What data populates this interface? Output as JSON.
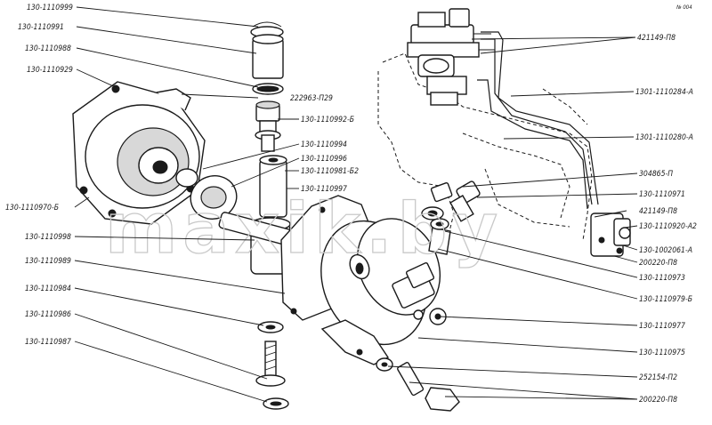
{
  "figure": {
    "watermark": "maxik.by",
    "corner_mark": "№ 004",
    "labels_left": [
      "130-1110999",
      "130-1110991",
      "130-1110988",
      "130-1110929",
      "130-1110970-Б",
      "130-1110998",
      "130-1110989",
      "130-1110984",
      "130-1110986",
      "130-1110987"
    ],
    "labels_center": [
      "222963-П29",
      "130-1110992-Б",
      "130-1110994",
      "130-1110996",
      "130-1110981-Б2",
      "130-1110997"
    ],
    "labels_right": [
      "421149-П8",
      "1301-1110284-А",
      "1301-1110280-А",
      "304865-П",
      "130-1110971",
      "421149-П8",
      "130-1110920-А2",
      "130-1002061-А",
      "200220-П8",
      "130-1110973",
      "130-1110979-Б",
      "130-1110977",
      "130-1110975",
      "252154-П2",
      "200220-П8"
    ]
  }
}
